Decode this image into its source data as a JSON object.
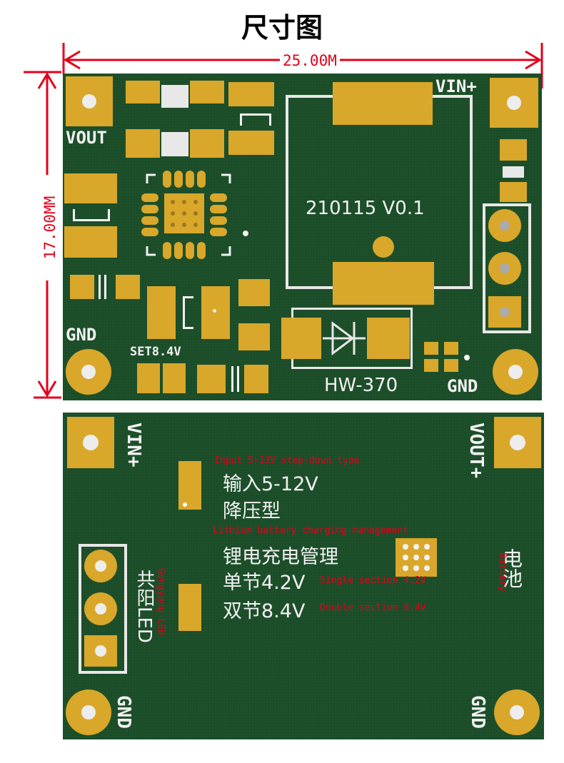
{
  "title": "尺寸图",
  "dimensions": {
    "width_label": "25.00M",
    "height_label": "17.00MM"
  },
  "top_board": {
    "vout": "VOUT",
    "vin": "VIN+",
    "gnd_left": "GND",
    "gnd_right": "GND",
    "set": "SET8.4V",
    "version": "210115 V0.1",
    "model": "HW-370"
  },
  "bottom_board": {
    "vin": "VIN+",
    "vout": "VOUT+",
    "gnd_left": "GND",
    "gnd_right": "GND",
    "input_note_en": "Input 5-12V step-down type",
    "input_line1": "输入5-12V",
    "input_line2": "降压型",
    "lithium_note_en": "Lithium battery charging management",
    "lithium_line": "锂电充电管理",
    "single_cn": "单节4.2V",
    "single_en": "Single section 4.2V",
    "double_cn": "双节8.4V",
    "double_en": "Double section 8.4V",
    "battery_cn": "电池",
    "battery_en": "Battery",
    "led_cn": "共阳LED",
    "led_en": "Gongyang LED"
  },
  "colors": {
    "dimension": "#e3001b",
    "pcb": "#1c4d29",
    "pad": "#d9a72a",
    "silkscreen": "#f2f2f2"
  }
}
